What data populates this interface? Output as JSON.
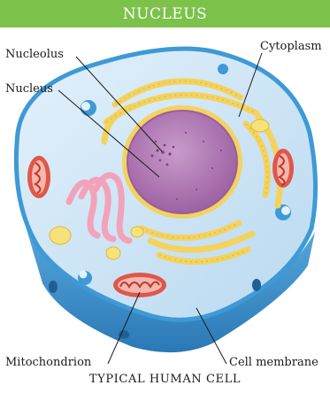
{
  "header": {
    "title": "NUCLEUS"
  },
  "labels": {
    "nucleolus": "Nucleolus",
    "nucleus": "Nucleus",
    "cytoplasm": "Cytoplasm",
    "mitochondrion": "Mitochondrion",
    "cell_membrane": "Cell membrane"
  },
  "caption": "TYPICAL HUMAN CELL",
  "colors": {
    "banner": "#7cc24a",
    "cytoplasm": "#cfe6f6",
    "membrane": "#3d9ad6",
    "membrane_dark": "#2a78b5",
    "nucleus": "#b583b8",
    "nucleus_edge": "#9a5d9f",
    "er_rough": "#f3d35e",
    "er_smooth": "#f2a3ba",
    "mitochondrion": "#e0574a"
  }
}
